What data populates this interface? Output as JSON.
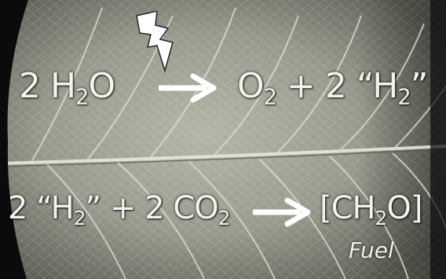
{
  "reaction1": {
    "reactant_coef": "2",
    "reactant_sym": "H",
    "reactant_sub": "2",
    "reactant_tail": "O",
    "product1_sym": "O",
    "product1_sub": "2",
    "plus": "+",
    "product2_pre": "2 “H",
    "product2_sub": "2",
    "product2_post": "”"
  },
  "reaction2": {
    "reactant1_pre": "2 “H",
    "reactant1_sub": "2",
    "reactant1_post": "”",
    "plus": "+",
    "reactant2_pre": "2 CO",
    "reactant2_sub": "2",
    "product_pre": "[CH",
    "product_sub": "2",
    "product_post": "O]",
    "product_caption": "Fuel"
  },
  "icons": {
    "energy": "lightning-bolt-icon",
    "arrow": "right-arrow-icon"
  },
  "colors": {
    "text": "#f3f3ee",
    "arrow": "#ffffff",
    "leaf_light": "#b3b3a6",
    "leaf_dark": "#5c5c55",
    "background": "#0b0b0b"
  }
}
